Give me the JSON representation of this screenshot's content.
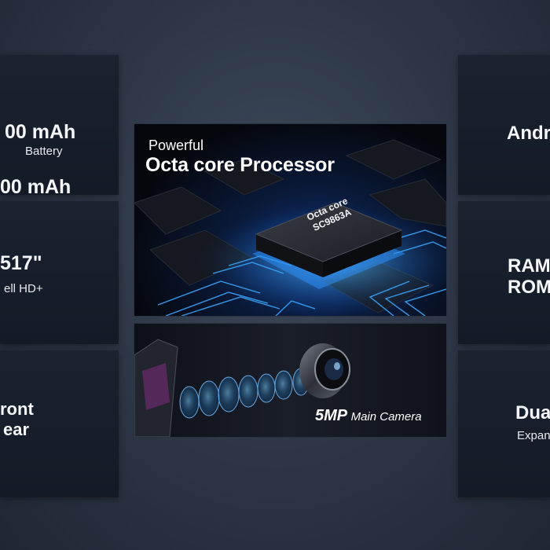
{
  "left_tiles": [
    {
      "title": "00 mAh",
      "subtitle": "Battery"
    },
    {
      "title": "517\"",
      "subtitle": "ell HD+"
    },
    {
      "line1": "ront",
      "line2": "ear"
    }
  ],
  "right_tiles": [
    {
      "title": "Andr"
    },
    {
      "line1": "RAM",
      "line2": "ROM"
    },
    {
      "title": "Dua",
      "subtitle": "Expan"
    }
  ],
  "processor": {
    "pretitle": "Powerful",
    "title": "Octa core Processor",
    "chip_line1": "Octa core",
    "chip_line2": "SC9863A"
  },
  "camera": {
    "mp": "5MP",
    "label": "Main Camera"
  },
  "colors": {
    "background": "#2e3848",
    "tile": "#171d29",
    "glow": "#3aa8ff"
  }
}
